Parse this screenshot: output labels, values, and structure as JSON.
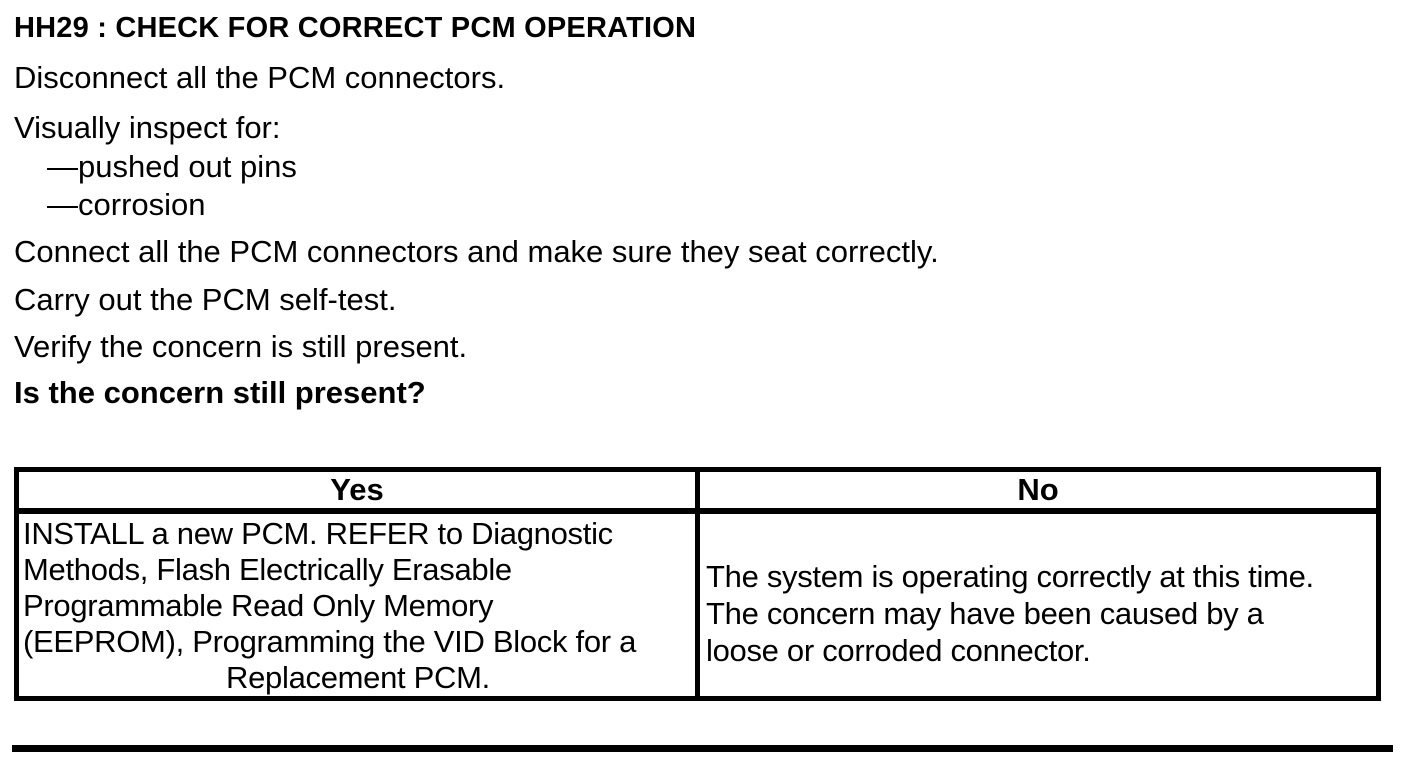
{
  "document": {
    "title": "HH29 : CHECK FOR CORRECT PCM OPERATION",
    "steps": {
      "disconnect": "Disconnect all the PCM connectors.",
      "inspect_intro": "Visually inspect for:",
      "inspect_items": [
        "—pushed out pins",
        "—corrosion"
      ],
      "connect": "Connect all the PCM connectors and make sure they seat correctly.",
      "self_test": "Carry out the PCM self-test.",
      "verify": "Verify the concern is still present.",
      "question": "Is the concern still present?"
    },
    "decision_table": {
      "headers": [
        "Yes",
        "No"
      ],
      "yes_cell_lines": [
        "INSTALL a new PCM. REFER to Diagnostic",
        "Methods, Flash Electrically Erasable",
        "Programmable Read Only Memory",
        "(EEPROM), Programming the VID Block for a",
        "Replacement PCM."
      ],
      "no_cell_lines": [
        "The system is operating correctly at this time.",
        "The concern may have been caused by a",
        "loose or corroded connector."
      ]
    },
    "colors": {
      "background": "#ffffff",
      "text": "#000000",
      "border": "#000000"
    }
  }
}
